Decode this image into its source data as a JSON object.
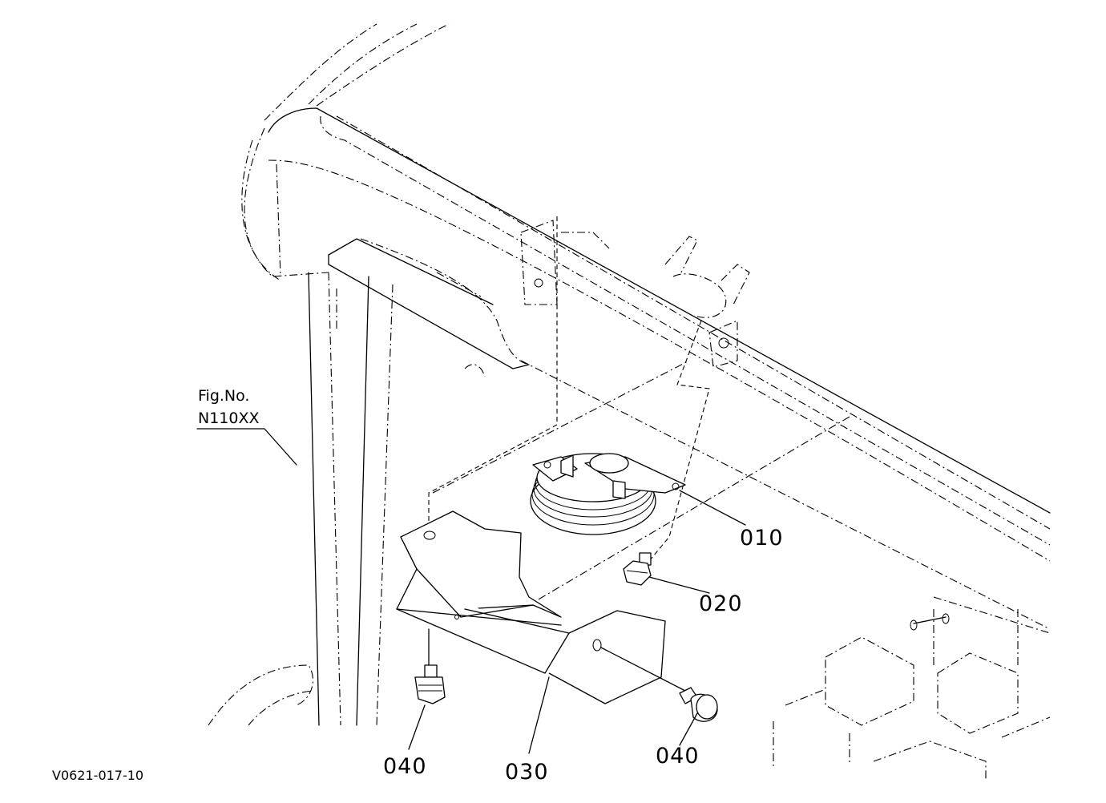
{
  "figure": {
    "fig_label": "Fig.No.",
    "fig_number": "N110XX",
    "drawing_code": "V0621-017-10"
  },
  "callouts": {
    "c010": "010",
    "c020": "020",
    "c030": "030",
    "c040_left": "040",
    "c040_right": "040"
  }
}
